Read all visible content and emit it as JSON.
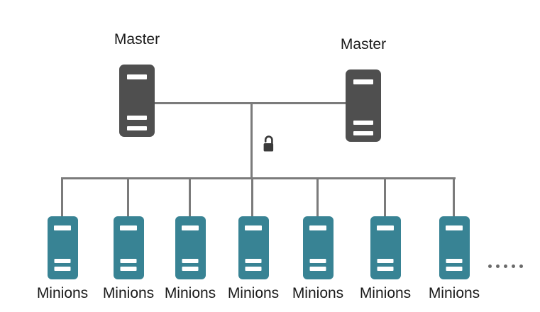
{
  "diagram": {
    "type": "master-minion-architecture",
    "masters": [
      {
        "label": "Master"
      },
      {
        "label": "Master"
      }
    ],
    "minions": [
      {
        "label": "Minions"
      },
      {
        "label": "Minions"
      },
      {
        "label": "Minions"
      },
      {
        "label": "Minions"
      },
      {
        "label": "Minions"
      },
      {
        "label": "Minions"
      },
      {
        "label": "Minions"
      }
    ],
    "ellipsis": {
      "dot_count": 5
    },
    "icons": {
      "lock": "open-lock-icon",
      "master_server": "server-tower-icon",
      "minion_server": "server-tower-icon"
    }
  },
  "colors": {
    "master_color": "#4f4f4f",
    "minion_color": "#388394",
    "line_color": "#7b7b7b",
    "text_color": "#1a1a1a",
    "lock_color": "#3a3a3a",
    "dot_color": "#6a6a6a",
    "bg_color": "#ffffff"
  }
}
